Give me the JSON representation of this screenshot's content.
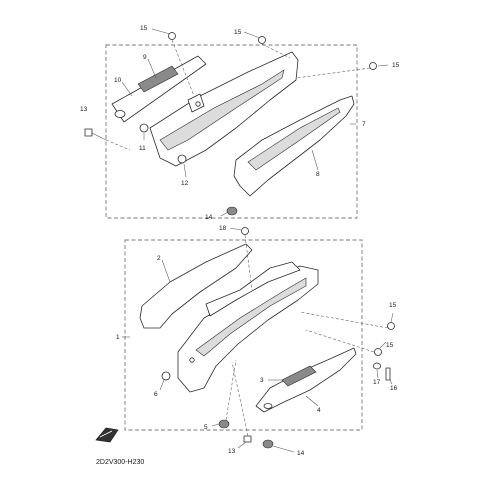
{
  "diagram_code": "2D2V300-H230",
  "callouts": {
    "upper_2": "15",
    "upper_15a": "15",
    "upper_15b": "15",
    "upper_9": "9",
    "upper_10": "10",
    "upper_13": "13",
    "upper_11": "11",
    "upper_12": "12",
    "upper_7": "7",
    "upper_8": "8",
    "upper_14": "14",
    "lower_18": "18",
    "lower_2": "2",
    "lower_1": "1",
    "lower_15a": "15",
    "lower_15b": "15",
    "lower_17": "17",
    "lower_16": "16",
    "lower_6": "6",
    "lower_3": "3",
    "lower_4": "4",
    "lower_5": "5",
    "lower_13": "13",
    "lower_14": "14"
  },
  "icons": {
    "front_arrow": "front-arrow-icon"
  }
}
